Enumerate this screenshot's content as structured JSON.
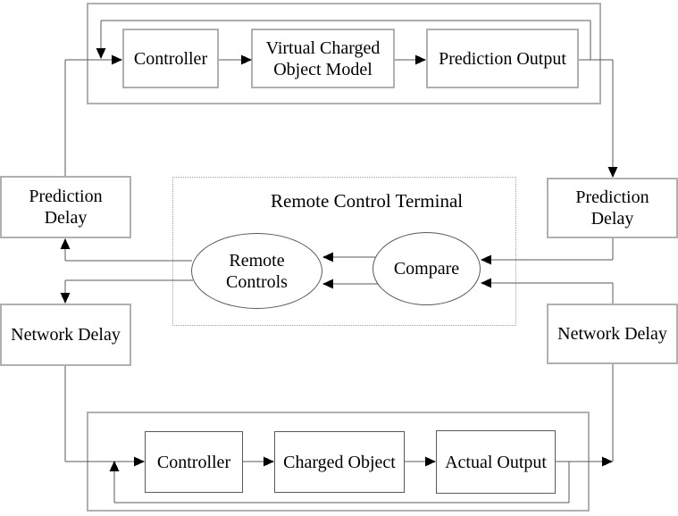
{
  "colors": {
    "box-border": "#b0b0b0",
    "thin-border": "#595959",
    "line": "#595959",
    "arrow": "#000000",
    "dotted-border": "#a0a0a0",
    "text": "#000000",
    "bg": "#ffffff"
  },
  "virtual_loop": {
    "controller": "Controller",
    "model": "Virtual Charged Object Model",
    "output": "Prediction Output"
  },
  "left_path": {
    "prediction_delay": "Prediction Delay",
    "network_delay": "Network Delay"
  },
  "right_path": {
    "prediction_delay": "Prediction Delay",
    "network_delay": "Network Delay"
  },
  "remote_terminal": {
    "title": "Remote Control Terminal",
    "remote_controls": "Remote Controls",
    "compare": "Compare"
  },
  "real_loop": {
    "controller": "Controller",
    "object": "Charged Object",
    "output": "Actual Output"
  }
}
